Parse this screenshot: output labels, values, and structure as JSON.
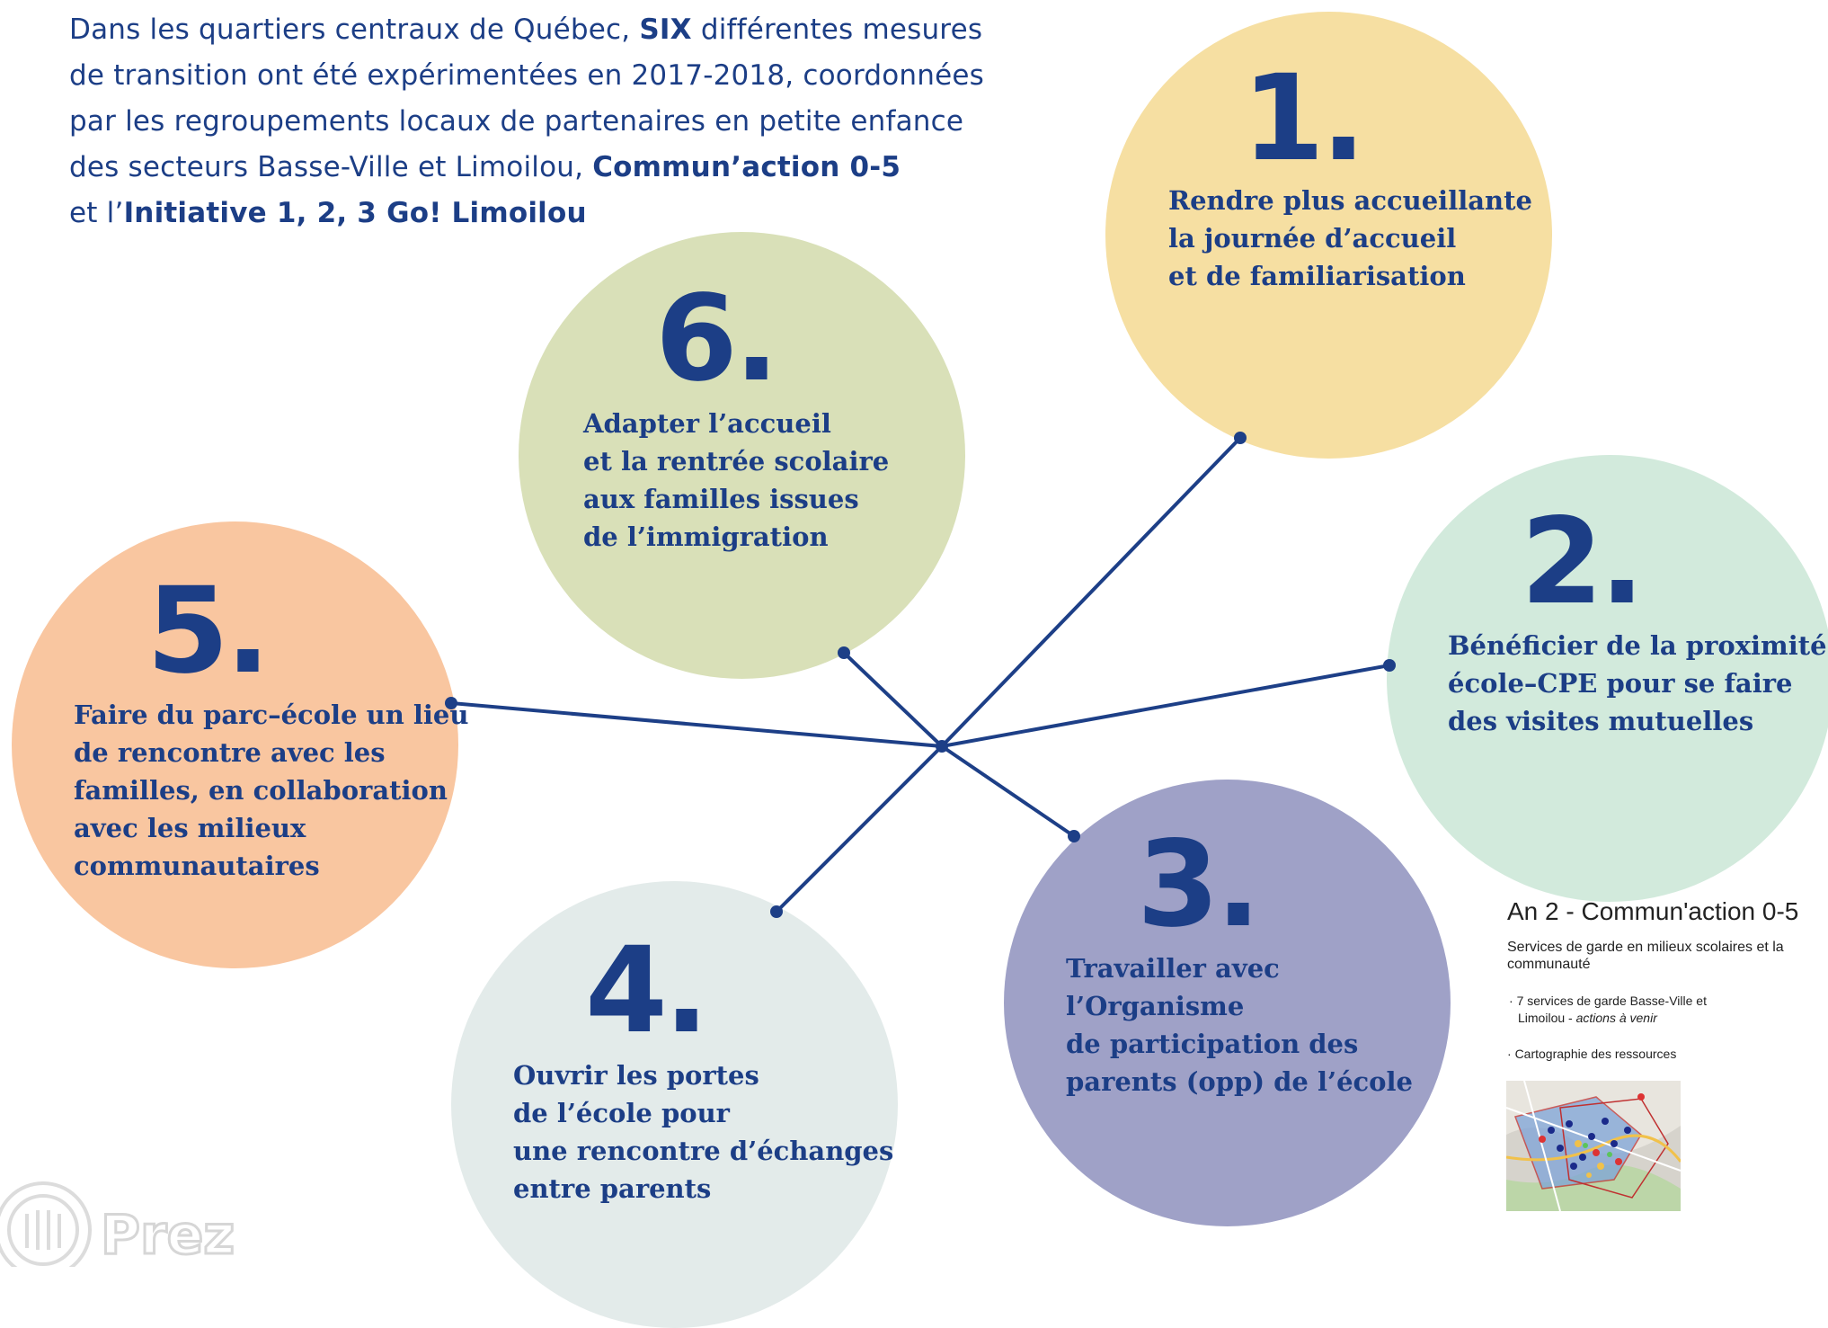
{
  "intro": {
    "line1_a": "Dans les quartiers centraux de Québec, ",
    "line1_bold": "SIX",
    "line1_b": " différentes mesures",
    "line2": "de transition ont été expérimentées en 2017-2018, coordonnées",
    "line3": "par les regroupements locaux de partenaires en petite enfance",
    "line4_a": "des secteurs Basse-Ville et Limoilou, ",
    "line4_bold": "Commun’action 0-5",
    "line5_a": "et l’",
    "line5_bold": "Initiative 1, 2, 3 Go! Limoilou"
  },
  "measures": [
    {
      "number": "1.",
      "lines": [
        "Rendre plus accueillante",
        "la journée d’accueil",
        "et de familiarisation"
      ],
      "color": "#f6dfa2"
    },
    {
      "number": "2.",
      "lines": [
        "Bénéficier de la proximité",
        "école–CPE pour se faire",
        "des visites mutuelles"
      ],
      "color": "#d2eadc"
    },
    {
      "number": "3.",
      "lines": [
        "Travailler avec",
        "l’Organisme",
        "de participation des",
        "parents (opp) de l’école"
      ],
      "color": "#9fa1c7"
    },
    {
      "number": "4.",
      "lines": [
        "Ouvrir les portes",
        "de l’école pour",
        "une rencontre d’échanges",
        "entre parents"
      ],
      "color": "#e3ebea"
    },
    {
      "number": "5.",
      "lines": [
        "Faire du parc–école un lieu",
        "de rencontre avec les",
        "familles, en collaboration",
        "avec les milieux",
        "communautaires"
      ],
      "color": "#f9c6a0"
    },
    {
      "number": "6.",
      "lines": [
        "Adapter l’accueil",
        "et la rentrée scolaire",
        "aux familles issues",
        "de l’immigration"
      ],
      "color": "#d9e0b8"
    }
  ],
  "side_panel": {
    "title": "An 2 - Commun'action 0-5",
    "subtitle": "Services de garde en milieux scolaires et la communauté",
    "bullet1_a": "7 services de garde Basse-Ville et",
    "bullet1_b": "Limoilou - ",
    "bullet1_italic": "actions à venir",
    "bullet2": "Cartographie des ressources"
  },
  "watermark": {
    "text": "Prezi"
  },
  "colors": {
    "ink": "#1c3e86",
    "line": "#1d3f87"
  }
}
